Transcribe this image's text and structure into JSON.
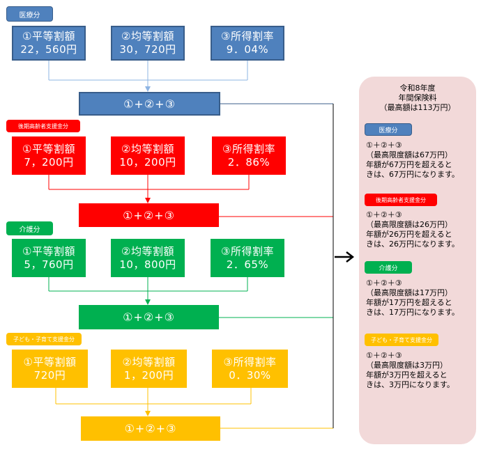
{
  "colors": {
    "blue": "#4f81bd",
    "red": "#ff0000",
    "green": "#00b050",
    "yellow": "#ffc000",
    "panel": "#f2d9d9"
  },
  "sections": [
    {
      "tag": "医療分",
      "items": [
        {
          "label": "①平等割額",
          "value": "22，560円"
        },
        {
          "label": "②均等割額",
          "value": "30，720円"
        },
        {
          "label": "③所得割率",
          "value": "9．04%"
        }
      ],
      "sum": "①+②+③"
    },
    {
      "tag": "後期高齢者支援金分",
      "items": [
        {
          "label": "①平等割額",
          "value": "7，200円"
        },
        {
          "label": "②均等割額",
          "value": "10，200円"
        },
        {
          "label": "③所得割率",
          "value": "2．86%"
        }
      ],
      "sum": "①+②+③"
    },
    {
      "tag": "介護分",
      "items": [
        {
          "label": "①平等割額",
          "value": "5，760円"
        },
        {
          "label": "②均等割額",
          "value": "10，800円"
        },
        {
          "label": "③所得割率",
          "value": "2．65%"
        }
      ],
      "sum": "①+②+③"
    },
    {
      "tag": "子ども・子育て支援金分",
      "items": [
        {
          "label": "①平等割額",
          "value": "720円"
        },
        {
          "label": "②均等割額",
          "value": "1，200円"
        },
        {
          "label": "③所得割率",
          "value": "0．30%"
        }
      ],
      "sum": "①+②+③"
    }
  ],
  "panel": {
    "title": [
      "令和8年度",
      "年間保険料",
      "（最高額は113万円）"
    ],
    "entries": [
      {
        "tag": "医療分",
        "lines": [
          "①＋②＋③",
          "（最高限度額は67万円）",
          "年額が67万円を超えると",
          "きは、67万円になります。"
        ]
      },
      {
        "tag": "後期高齢者支援金分",
        "lines": [
          "①＋②＋③",
          "（最高限度額は26万円）",
          "年額が26万円を超えると",
          "きは、26万円になります。"
        ]
      },
      {
        "tag": "介護分",
        "lines": [
          "①＋②＋③",
          "（最高限度額は17万円）",
          "年額が17万円を超えると",
          "きは、17万円になります。"
        ]
      },
      {
        "tag": "子ども・子育て支援金分",
        "lines": [
          "①＋②＋③",
          "（最高限度額は3万円）",
          "年額が3万円を超えると",
          "きは、3万円になります。"
        ]
      }
    ]
  },
  "arrow_icon": "right-arrow-icon"
}
